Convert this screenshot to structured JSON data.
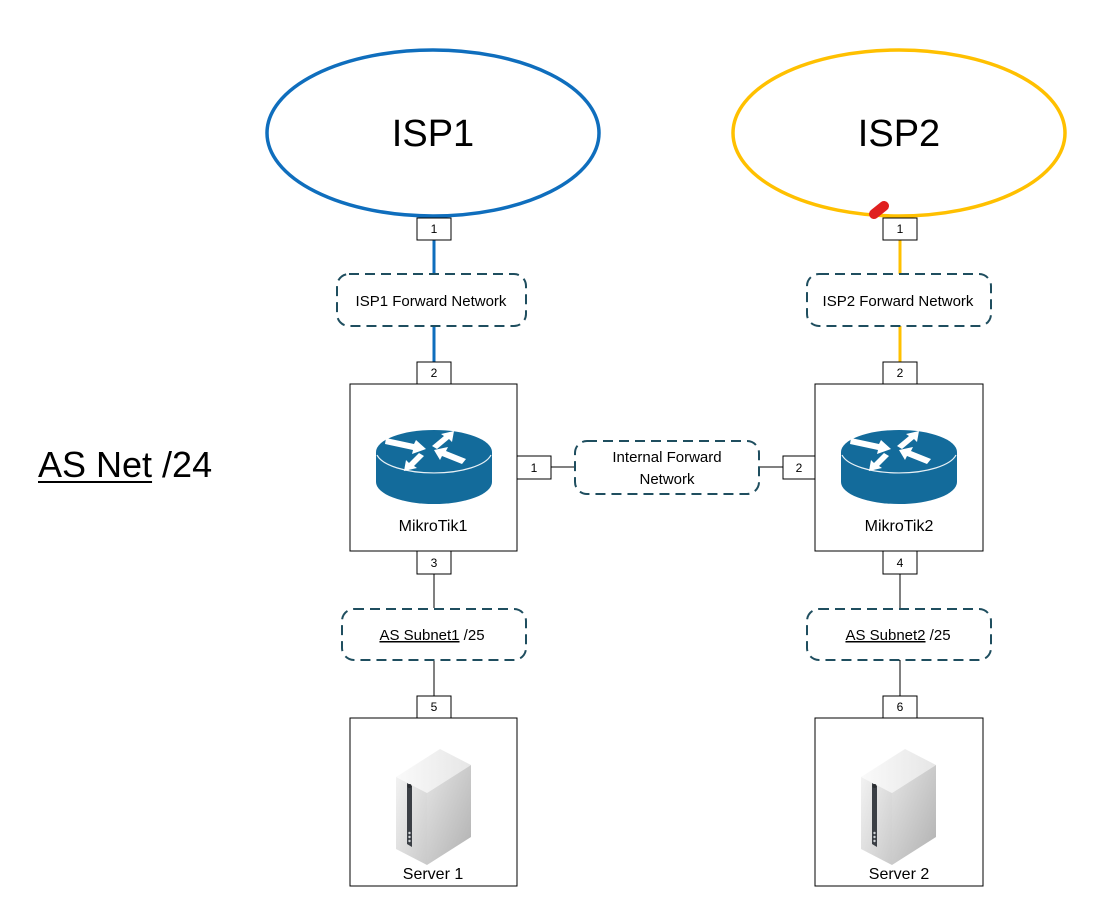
{
  "title_label": {
    "underlined": "AS Net",
    "suffix": " /24"
  },
  "colors": {
    "isp1": "#0F6EBD",
    "isp2": "#FFC000",
    "network_border": "#1F4E5F",
    "router": "#136B9B",
    "marker": "#E02020",
    "port_border": "#000000"
  },
  "isps": [
    {
      "id": "isp1",
      "label": "ISP1",
      "port": "1"
    },
    {
      "id": "isp2",
      "label": "ISP2",
      "port": "1"
    }
  ],
  "forward_networks": [
    {
      "id": "isp1-forward",
      "label": "ISP1 Forward Network"
    },
    {
      "id": "isp2-forward",
      "label": "ISP2 Forward Network"
    },
    {
      "id": "internal-forward",
      "label_line1": "Internal Forward",
      "label_line2": "Network"
    }
  ],
  "routers": [
    {
      "id": "mikrotik1",
      "label": "MikroTik1",
      "port_top": "2",
      "port_side": "1",
      "port_bottom": "3"
    },
    {
      "id": "mikrotik2",
      "label": "MikroTik2",
      "port_top": "2",
      "port_side": "2",
      "port_bottom": "4"
    }
  ],
  "subnets": [
    {
      "id": "subnet1",
      "underlined": "AS Subnet1",
      "suffix": " /25"
    },
    {
      "id": "subnet2",
      "underlined": "AS Subnet2",
      "suffix": " /25"
    }
  ],
  "servers": [
    {
      "id": "server1",
      "label": "Server 1",
      "port": "5"
    },
    {
      "id": "server2",
      "label": "Server 2",
      "port": "6"
    }
  ],
  "icons": {
    "router": "router-icon",
    "server": "server-icon",
    "marker": "fault-marker"
  }
}
